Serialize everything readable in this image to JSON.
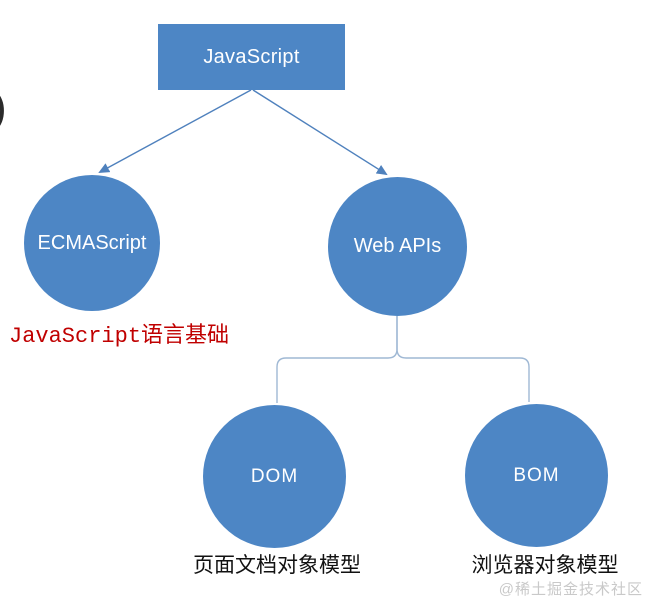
{
  "diagram": {
    "root": {
      "label": "JavaScript"
    },
    "nodes": [
      {
        "id": "ecmascript",
        "label": "ECMAScript"
      },
      {
        "id": "webapis",
        "label": "Web APIs"
      },
      {
        "id": "dom",
        "label": "DOM"
      },
      {
        "id": "bom",
        "label": "BOM"
      }
    ],
    "annotations": {
      "ecmascript_note": "JavaScript语言基础",
      "dom_caption": "页面文档对象模型",
      "bom_caption": "浏览器对象模型"
    },
    "watermark": "@稀土掘金技术社区",
    "edge_glyph": ")",
    "colors": {
      "node_fill": "#4d86c5",
      "node_text": "#ffffff",
      "arrow": "#4f81bd",
      "bracket": "#9fb8d4",
      "annotation_red": "#c00000",
      "caption_text": "#111111",
      "watermark_text": "#c9c9c9"
    },
    "edges": [
      {
        "from": "javascript",
        "to": "ecmascript",
        "style": "arrow"
      },
      {
        "from": "javascript",
        "to": "webapis",
        "style": "arrow"
      },
      {
        "from": "webapis",
        "to": "dom",
        "style": "bracket"
      },
      {
        "from": "webapis",
        "to": "bom",
        "style": "bracket"
      }
    ]
  }
}
